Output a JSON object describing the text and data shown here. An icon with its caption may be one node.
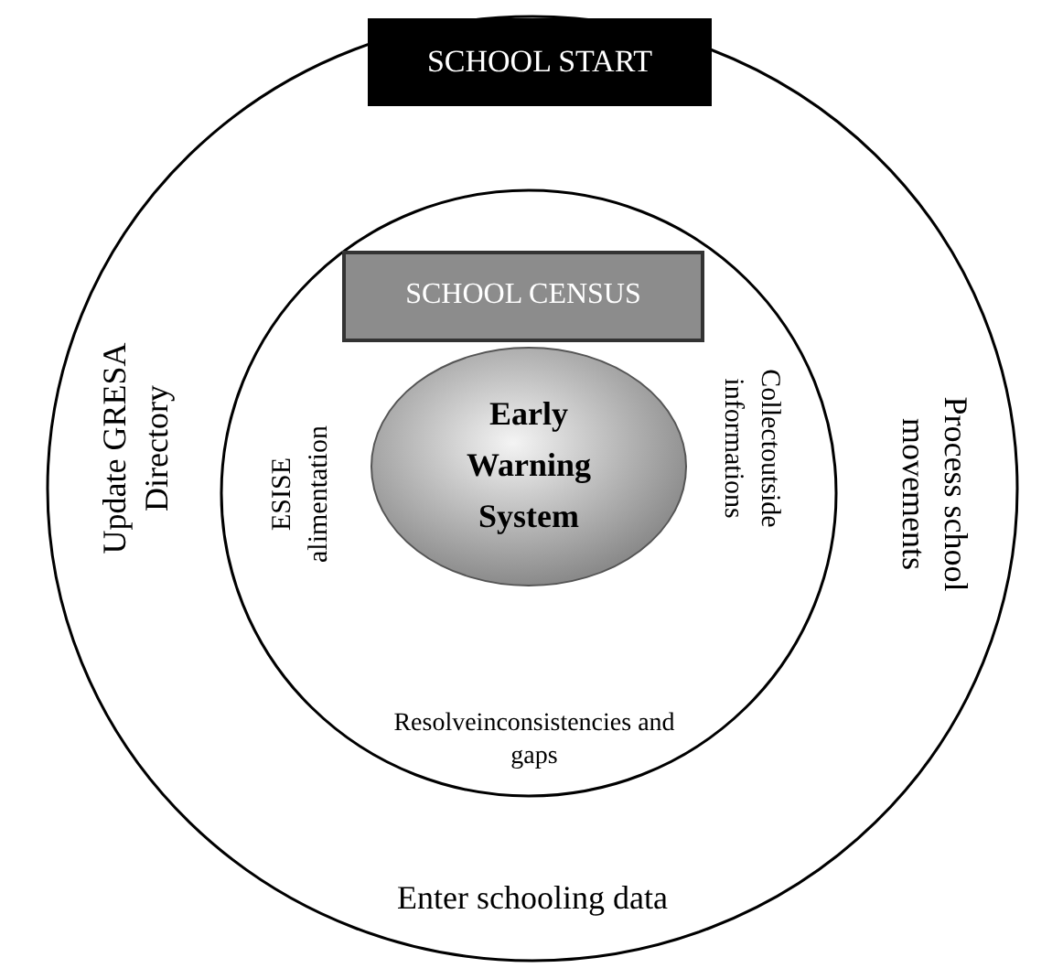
{
  "diagram": {
    "nodes": [
      {
        "text": [
          "Update GRESA Directory",
          "Process school movements",
          "Enter schooling data"
        ]
      },
      {
        "text": [
          "SCHOOL START"
        ],
        "in": 0
      },
      {
        "text": [
          "ESISE alimentation",
          "Collectoutside informations",
          "Resolveinconsistencies and gaps"
        ],
        "in": 0
      },
      {
        "text": [
          "SCHOOL CENSUS"
        ],
        "in": 2
      },
      {
        "text": [
          "Early Warning System"
        ],
        "in": 2
      }
    ]
  }
}
